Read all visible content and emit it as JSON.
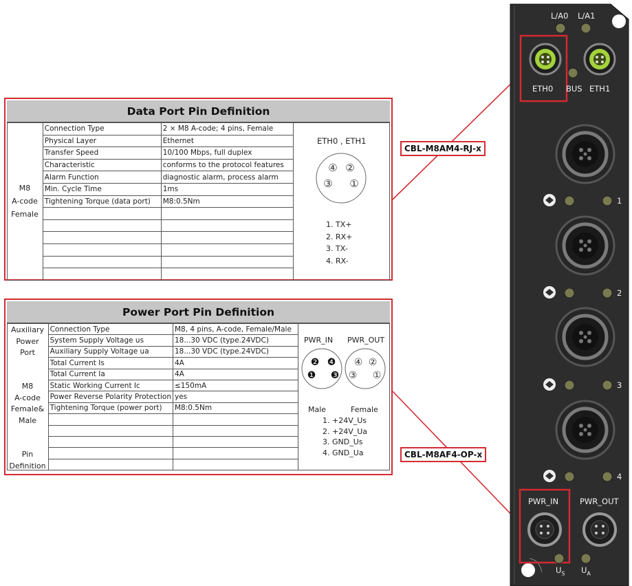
{
  "data_port": {
    "title": "Data Port Pin Definition",
    "side_label": [
      "M8",
      "A-code",
      "Female"
    ],
    "rows": [
      {
        "k": "Connection Type",
        "v": "2 × M8 A-code; 4 pins, Female"
      },
      {
        "k": "Physical Layer",
        "v": "Ethernet"
      },
      {
        "k": "Transfer Speed",
        "v": "10/100 Mbps, full duplex"
      },
      {
        "k": "Characteristic",
        "v": "conforms to the protocol features"
      },
      {
        "k": "Alarm Function",
        "v": "diagnostic alarm, process alarm"
      },
      {
        "k": "Min. Cycle Time",
        "v": "1ms"
      },
      {
        "k": "Tightening Torque (data port)",
        "v": "M8:0.5Nm"
      },
      {
        "k": "",
        "v": ""
      },
      {
        "k": "",
        "v": ""
      },
      {
        "k": "",
        "v": ""
      },
      {
        "k": "",
        "v": ""
      },
      {
        "k": "",
        "v": ""
      },
      {
        "k": "",
        "v": ""
      }
    ],
    "port_label": "ETH0 , ETH1",
    "pin_numbers": [
      "④",
      "②",
      "③",
      "①"
    ],
    "pins": [
      "1. TX+",
      "2. RX+",
      "3. TX-",
      "4. RX-"
    ]
  },
  "power_port": {
    "title": "Power Port Pin Definition",
    "side_label_top": [
      "Auxiliary",
      "Power",
      "Port"
    ],
    "side_label_mid": [
      "M8",
      "A-code",
      "Female&",
      "Male"
    ],
    "side_label_bot": [
      "Pin",
      "Definition"
    ],
    "rows": [
      {
        "k": "Connection Type",
        "v": "M8, 4 pins, A-code, Female/Male"
      },
      {
        "k": "System Supply Voltage us",
        "v": "18...30 VDC  (type.24VDC)"
      },
      {
        "k": "Auxiliary Supply Voltage ua",
        "v": "18...30 VDC  (type.24VDC)"
      },
      {
        "k": "Total Current Is",
        "v": "4A"
      },
      {
        "k": "Total Current Ia",
        "v": "4A"
      },
      {
        "k": "Static Working Current Ic",
        "v": "≤150mA"
      },
      {
        "k": "Power Reverse Polarity Protection",
        "v": "yes"
      },
      {
        "k": "Tightening Torque (power port)",
        "v": "M8:0.5Nm"
      },
      {
        "k": "",
        "v": ""
      },
      {
        "k": "",
        "v": ""
      },
      {
        "k": "",
        "v": ""
      },
      {
        "k": "",
        "v": ""
      },
      {
        "k": "",
        "v": ""
      }
    ],
    "pwr_in_label": "PWR_IN",
    "pwr_out_label": "PWR_OUT",
    "male_pins": [
      "❷",
      "❹",
      "❶",
      "❸"
    ],
    "female_pins": [
      "④",
      "②",
      "③",
      "①"
    ],
    "male_label": "Male",
    "female_label": "Female",
    "pins": [
      "1. +24V_Us",
      "2. +24V_Ua",
      "3. GND_Us",
      "4. GND_Ua"
    ]
  },
  "cables": {
    "data": "CBL-M8AM4-RJ-x",
    "power": "CBL-M8AF4-OP-x"
  },
  "device": {
    "led_la0": "L/A0",
    "led_la1": "L/A1",
    "eth0": "ETH0",
    "bus": "BUS",
    "eth1": "ETH1",
    "ch1": "1",
    "ch2": "2",
    "ch3": "3",
    "ch4": "4",
    "pwr_in": "PWR_IN",
    "pwr_out": "PWR_OUT",
    "us": "U",
    "us_sub": "S",
    "ua": "U",
    "ua_sub": "A"
  },
  "colors": {
    "highlight": "#d42a32",
    "device_body": "#2b2b2b",
    "connector_green": "#9acd32",
    "led": "#8a8a5a"
  }
}
